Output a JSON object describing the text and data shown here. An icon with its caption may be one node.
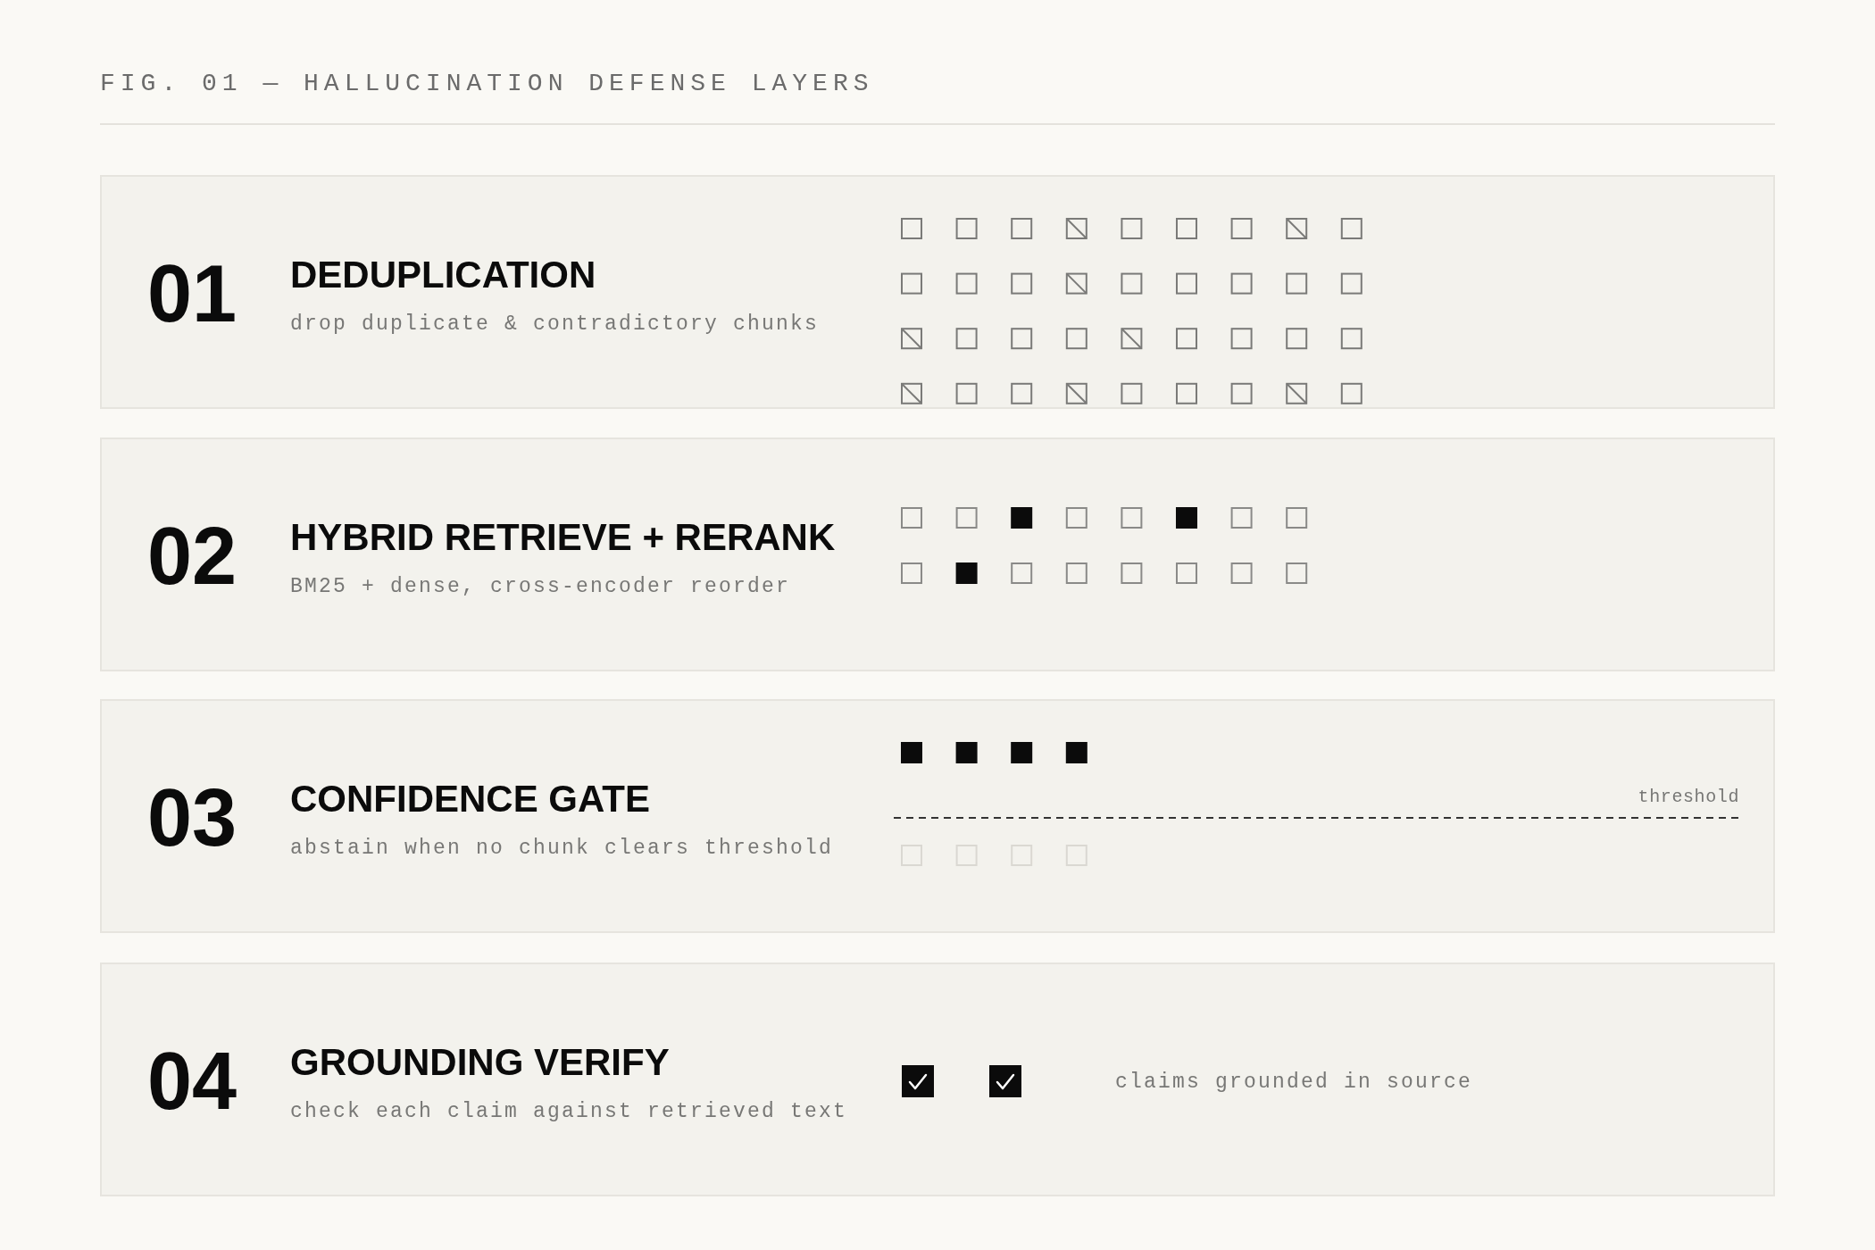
{
  "diagram": {
    "title": "FIG. 01 — HALLUCINATION DEFENSE LAYERS",
    "nodes": [
      {
        "text": [
          "01",
          "DEDUPLICATION",
          "drop duplicate & contradictory chunks"
        ]
      },
      {
        "text": [
          "02",
          "HYBRID RETRIEVE + RERANK",
          "BM25 + dense, cross-encoder reorder"
        ]
      },
      {
        "text": [
          "03",
          "CONFIDENCE GATE",
          "abstain when no chunk clears threshold",
          "threshold"
        ]
      },
      {
        "text": [
          "04",
          "GROUNDING VERIFY",
          "check each claim against retrieved text",
          "claims grounded in source"
        ]
      }
    ]
  }
}
